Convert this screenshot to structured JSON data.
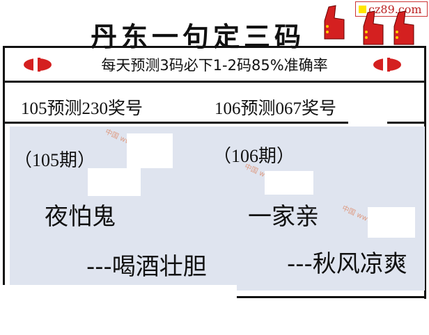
{
  "badge": {
    "text": "cz89.com"
  },
  "title": "丹东一句定三码",
  "header": {
    "tagline": "每天预测3码必下1-2码85%准确率"
  },
  "predictions": [
    {
      "label": "105预测230奖号"
    },
    {
      "label": "106预测067奖号"
    }
  ],
  "periods": [
    {
      "period": "（105期）",
      "riddle": "夜怕鬼",
      "hint": "---喝酒壮胆"
    },
    {
      "period": "（106期）",
      "riddle": "一家亲",
      "hint": "---秋风凉爽"
    }
  ],
  "colors": {
    "accent": "#cc1f1f",
    "panel": "#dfe4ef"
  }
}
